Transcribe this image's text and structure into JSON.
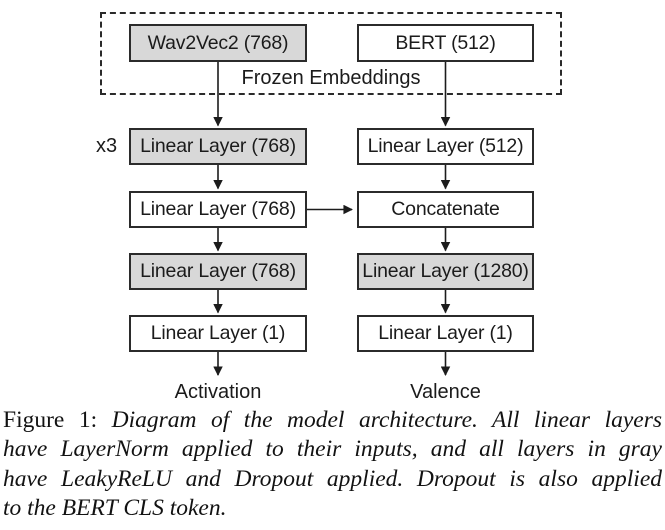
{
  "figure": {
    "frozen_group_label": "Frozen Embeddings",
    "repeat_label": "x3",
    "nodes": {
      "wav2vec2": "Wav2Vec2 (768)",
      "bert": "BERT (512)",
      "audio_linear_1": "Linear Layer (768)",
      "text_linear_1": "Linear Layer (512)",
      "audio_linear_2": "Linear Layer (768)",
      "concatenate": "Concatenate",
      "audio_linear_3": "Linear Layer (768)",
      "fusion_linear": "Linear Layer (1280)",
      "audio_output_linear": "Linear Layer (1)",
      "fusion_output_linear": "Linear Layer (1)"
    },
    "output_labels": {
      "activation": "Activation",
      "valence": "Valence"
    },
    "colors": {
      "gray_fill": "#d8d8d8",
      "white_fill": "#ffffff",
      "border": "#2b2b2b",
      "arrow": "#1c1c1c"
    }
  },
  "caption": {
    "prefix": "Figure 1:",
    "line1_rest": "Diagram of the model architecture. All linear layers",
    "line2": "have LayerNorm applied to their inputs, and all layers in gray",
    "line3": "have LeakyReLU and Dropout applied. Dropout is also applied",
    "line4": "to the BERT CLS token."
  }
}
